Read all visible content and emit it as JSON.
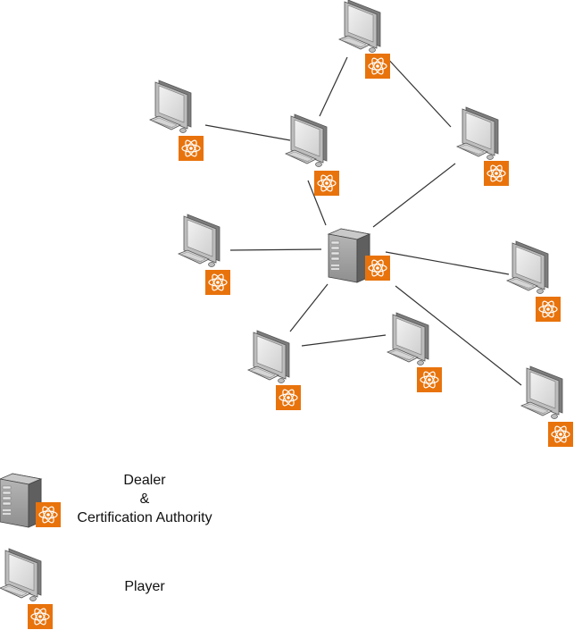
{
  "legend": {
    "dealer_line1": "Dealer",
    "dealer_line2": "&",
    "dealer_line3": "Certification Authority",
    "player": "Player"
  },
  "icons": {
    "server": "server-icon",
    "workstation": "workstation-icon",
    "badge": "atom-icon"
  },
  "colors": {
    "badge": "#E8730C",
    "edge": "#333333"
  },
  "network": {
    "nodes": [
      {
        "id": "dealer",
        "type": "dealer"
      },
      {
        "id": "p1",
        "type": "player"
      },
      {
        "id": "p2",
        "type": "player"
      },
      {
        "id": "p3",
        "type": "player"
      },
      {
        "id": "p4",
        "type": "player"
      },
      {
        "id": "p5",
        "type": "player"
      },
      {
        "id": "p6",
        "type": "player"
      },
      {
        "id": "p7",
        "type": "player"
      },
      {
        "id": "p8",
        "type": "player"
      },
      {
        "id": "p9",
        "type": "player"
      }
    ],
    "edges": [
      [
        "p2",
        "p3"
      ],
      [
        "p1",
        "p3"
      ],
      [
        "p1",
        "p4"
      ],
      [
        "p3",
        "dealer"
      ],
      [
        "p4",
        "dealer"
      ],
      [
        "p5",
        "dealer"
      ],
      [
        "dealer",
        "p6"
      ],
      [
        "dealer",
        "p7"
      ],
      [
        "dealer",
        "p9"
      ],
      [
        "p7",
        "p8"
      ]
    ]
  }
}
